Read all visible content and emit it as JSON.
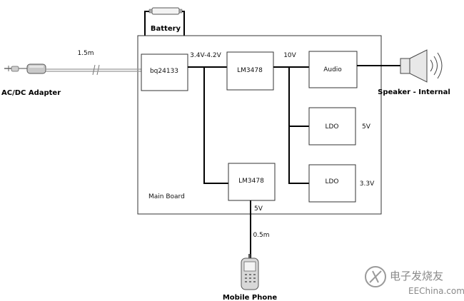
{
  "battery": {
    "label": "Battery"
  },
  "adapter": {
    "label": "AC/DC Adapter",
    "cable_length": "1.5m"
  },
  "main_board": {
    "label": "Main Board"
  },
  "charger": {
    "label": "bq24133"
  },
  "voltages": {
    "battery_range": "3.4V-4.2V",
    "bus_10v": "10V",
    "ldo1_out": "5V",
    "ldo2_out": "3.3V",
    "phone_out": "5V"
  },
  "blocks": {
    "boost": "LM3478",
    "audio": "Audio",
    "ldo1": "LDO",
    "ldo2": "LDO",
    "phone_converter": "LM3478"
  },
  "speaker": {
    "label": "Speaker - Internal"
  },
  "phone": {
    "label": "Mobile Phone",
    "cable_length": "0.5m"
  },
  "watermark": {
    "text": "EEChina.com"
  }
}
